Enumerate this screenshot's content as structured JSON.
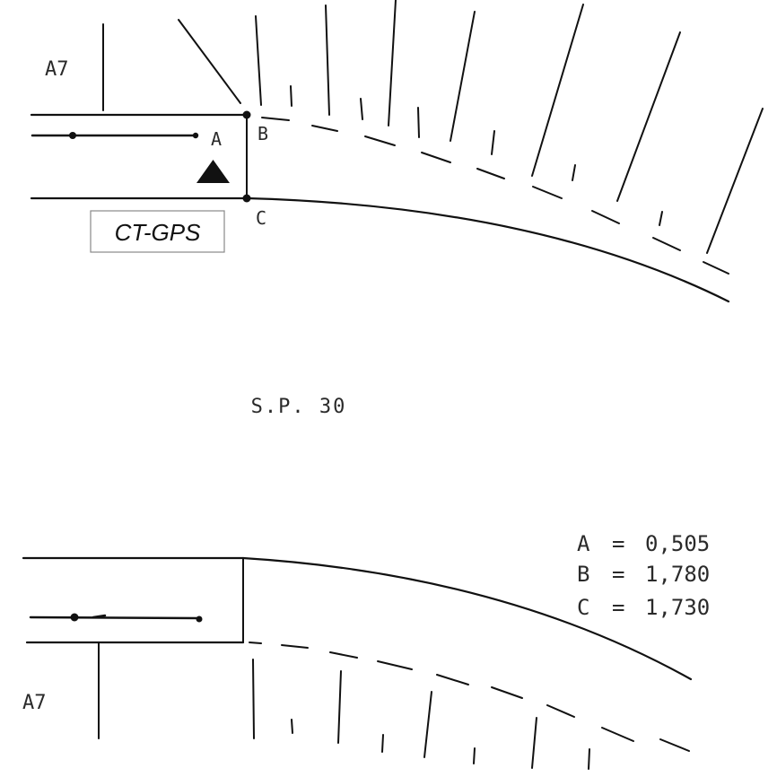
{
  "top_plan": {
    "road_label": "A7",
    "points": {
      "a": "A",
      "b": "B",
      "c": "C"
    },
    "device_box_label": "CT-GPS"
  },
  "caption": "S.P. 30",
  "bottom_plan": {
    "road_label": "A7",
    "readings": [
      {
        "label": "A",
        "sep": "=",
        "value": "0,505"
      },
      {
        "label": "B",
        "sep": "=",
        "value": "1,780"
      },
      {
        "label": "C",
        "sep": "=",
        "value": "1,730"
      }
    ]
  }
}
